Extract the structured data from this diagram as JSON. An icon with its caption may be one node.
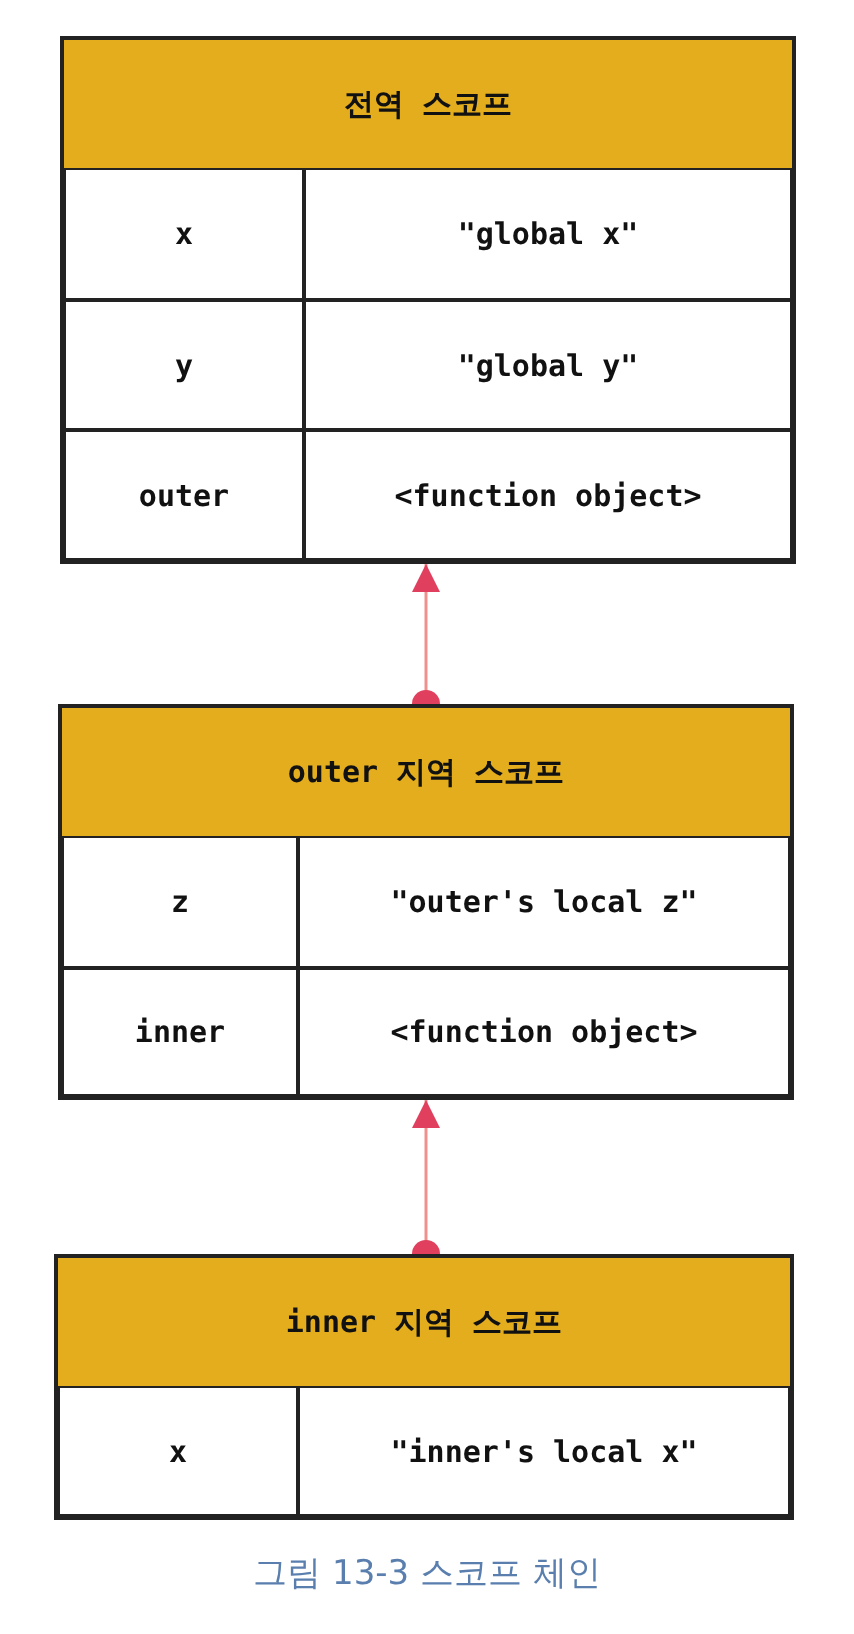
{
  "diagram": {
    "caption": "그림 13-3 스코프 체인",
    "nodes": [
      {
        "text": [
          "전역 스코프"
        ]
      },
      {
        "text": [
          "x"
        ],
        "in": 0
      },
      {
        "text": [
          "\"global x\""
        ],
        "in": 0
      },
      {
        "text": [
          "y"
        ],
        "in": 0
      },
      {
        "text": [
          "\"global y\""
        ],
        "in": 0
      },
      {
        "text": [
          "outer"
        ],
        "in": 0
      },
      {
        "text": [
          "<function object>"
        ],
        "in": 0
      },
      {
        "text": [
          "outer 지역 스코프"
        ]
      },
      {
        "text": [
          "z"
        ],
        "in": 7
      },
      {
        "text": [
          "\"outer's local z\""
        ],
        "in": 7
      },
      {
        "text": [
          "inner"
        ],
        "in": 7
      },
      {
        "text": [
          "<function object>"
        ],
        "in": 7
      },
      {
        "text": [
          "inner 지역 스코프"
        ]
      },
      {
        "text": [
          "x"
        ],
        "in": 12
      },
      {
        "text": [
          "\"inner's local x\""
        ],
        "in": 12
      }
    ],
    "edges": [
      {
        "from": 7,
        "to": 0,
        "arrow": "to"
      },
      {
        "from": 12,
        "to": 7,
        "arrow": "to"
      }
    ]
  }
}
